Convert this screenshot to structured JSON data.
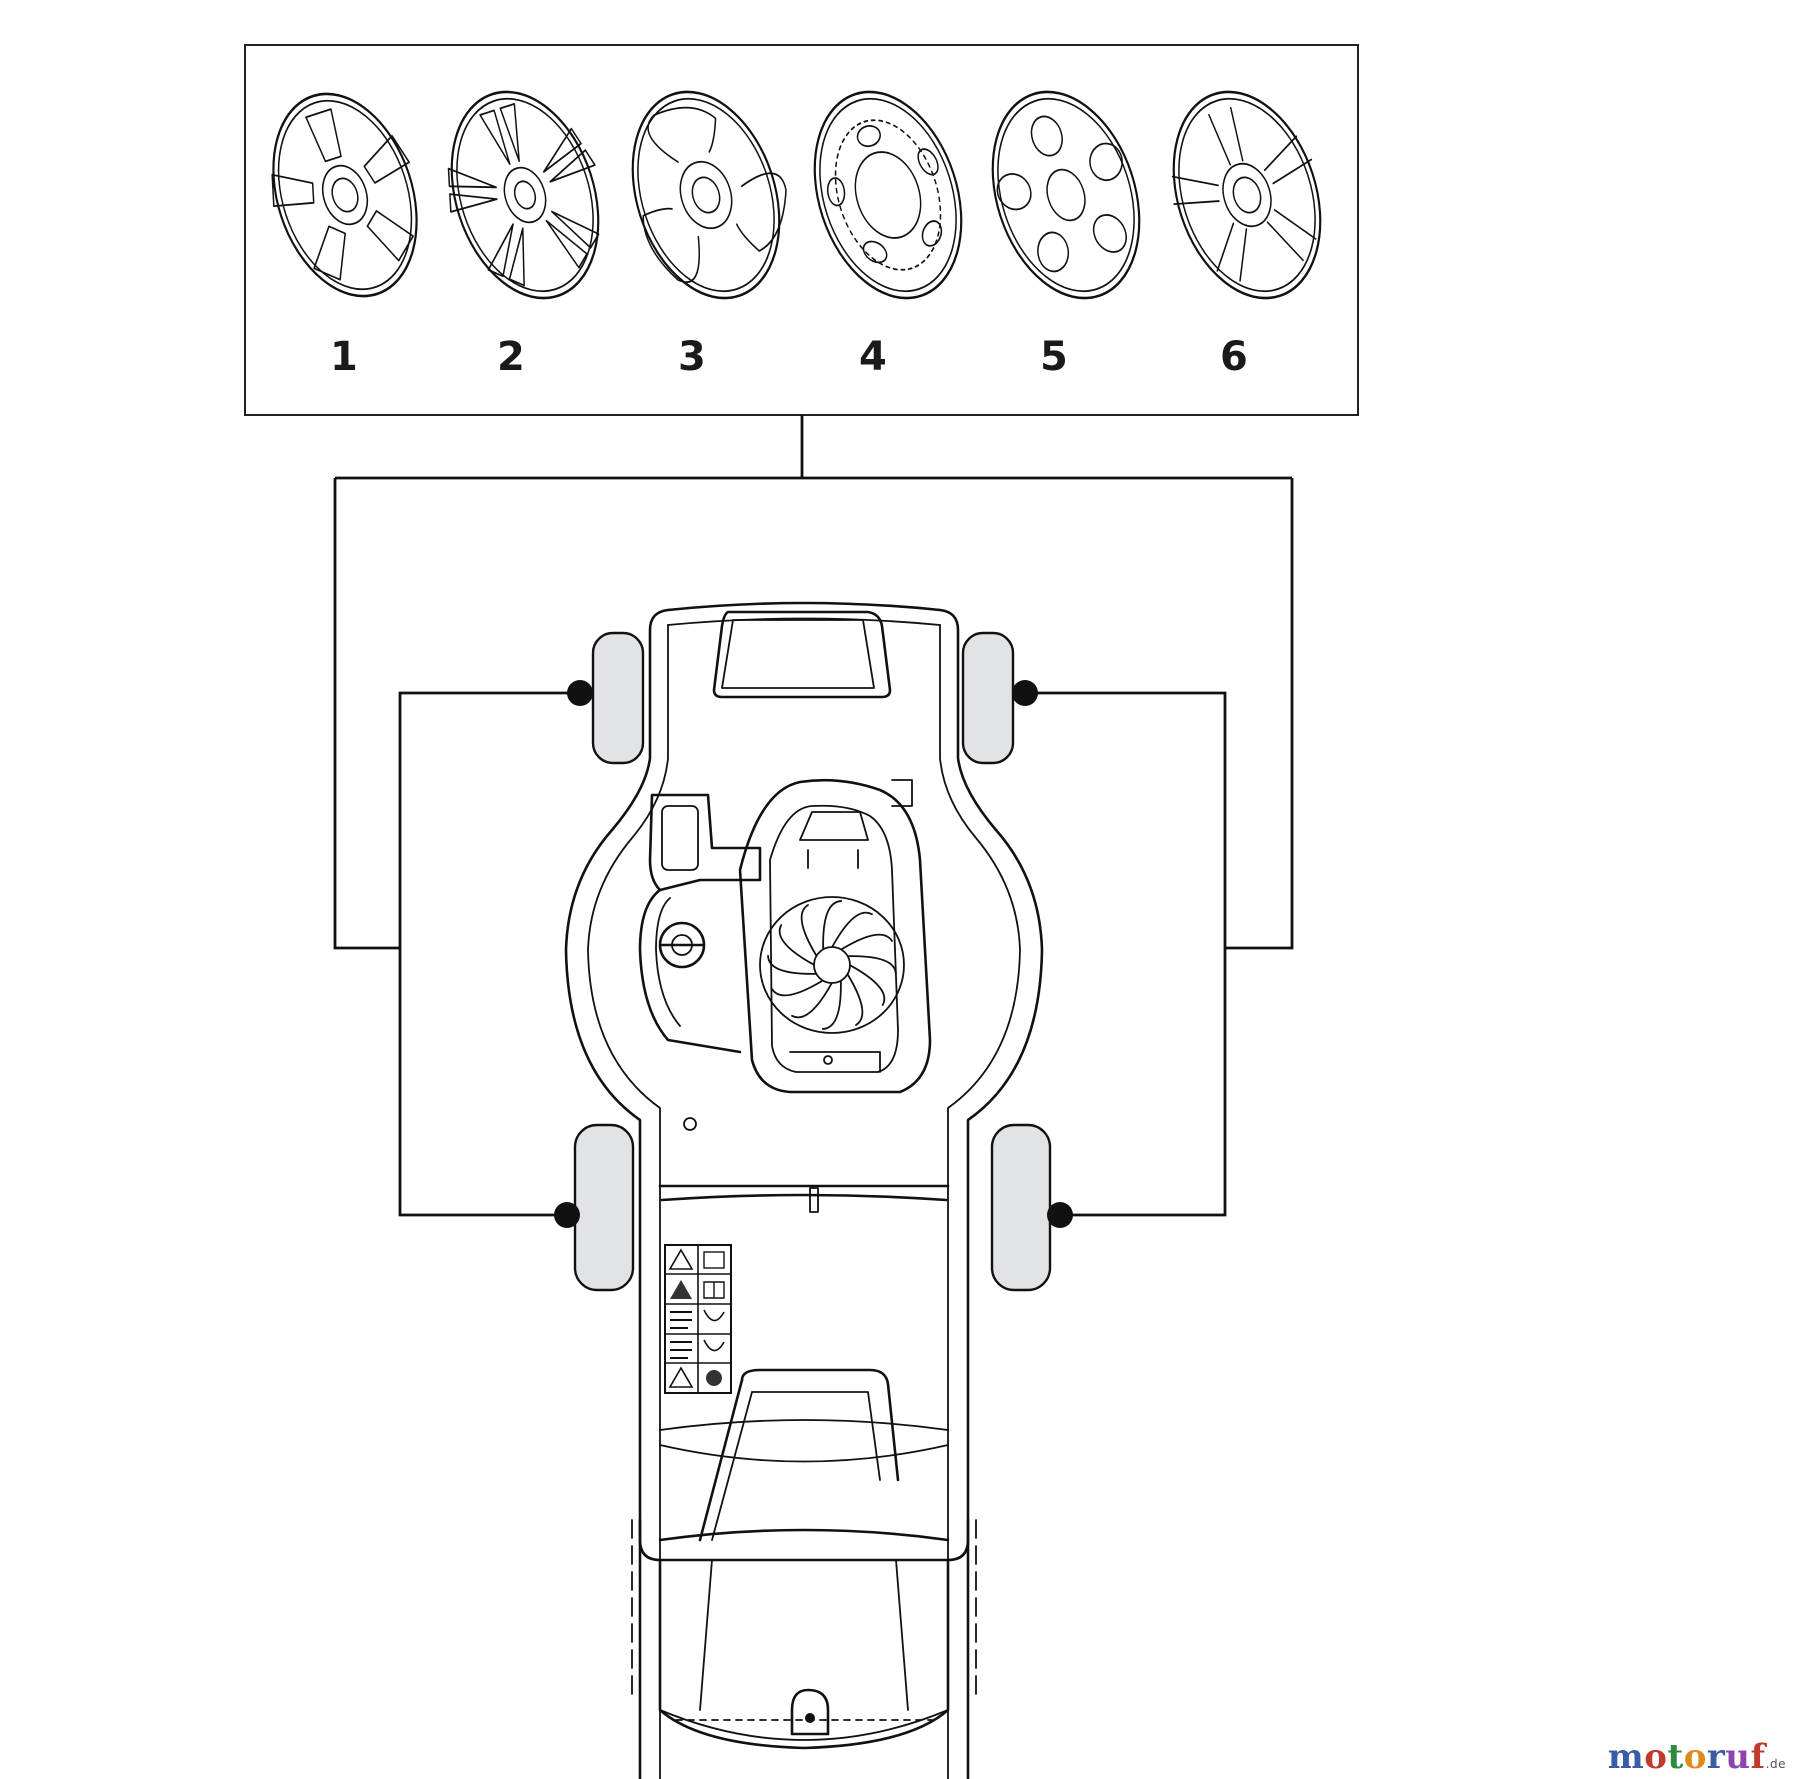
{
  "diagram": {
    "hubcap_labels": [
      "1",
      "2",
      "3",
      "4",
      "5",
      "6"
    ]
  },
  "watermark": {
    "text": "motoruf",
    "tld": ".de",
    "letter_colors": [
      "#3b5ba8",
      "#c0392b",
      "#2e8b3e",
      "#e08a1e",
      "#3b5ba8",
      "#8e44ad",
      "#c0392b"
    ]
  }
}
